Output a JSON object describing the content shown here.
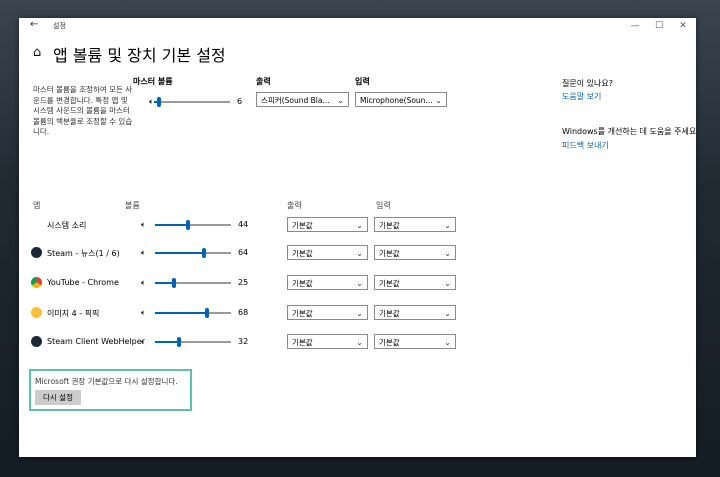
{
  "window": {
    "title": "설정",
    "controls": {
      "minimize": "—",
      "maximize": "☐",
      "close": "✕"
    }
  },
  "page": {
    "title": "앱 볼륨 및 장치 기본 설정"
  },
  "master": {
    "description": "마스터 볼륨을 조정하여 모든 사운드를 변경합니다. 특정 앱 및 시스템 사운드의 볼륨을 마스터 볼륨의 백분율로 조정할 수 있습니다.",
    "label": "마스터 볼륨",
    "value": "6",
    "level": 6
  },
  "output": {
    "label": "출력",
    "selected": "스피커(Sound Bla..."
  },
  "input": {
    "label": "입력",
    "selected": "Microphone(Soun..."
  },
  "help": {
    "question_heading": "질문이 있나요?",
    "question_link": "도움말 보기",
    "improve_heading": "Windows를 개선하는 데 도움을 주세요.",
    "improve_link": "피드백 보내기"
  },
  "apps": {
    "col_app": "앱",
    "col_volume": "볼륨",
    "col_output": "출력",
    "col_input": "입력",
    "default_label": "기본값",
    "rows": [
      {
        "name": "시스템 소리",
        "value": "44",
        "level": 44,
        "icon": "none"
      },
      {
        "name": "Steam - 뉴스(1 / 6)",
        "value": "64",
        "level": 64,
        "icon": "steam-icon"
      },
      {
        "name": "YouTube - Chrome",
        "value": "25",
        "level": 25,
        "icon": "chrome-icon"
      },
      {
        "name": "이미지 4 - 픽픽",
        "value": "68",
        "level": 68,
        "icon": "picpick-icon"
      },
      {
        "name": "Steam Client WebHelper",
        "value": "32",
        "level": 32,
        "icon": "steam-icon"
      }
    ]
  },
  "reset": {
    "text": "Microsoft 권장 기본값으로 다시 설정합니다.",
    "button": "다시 설정"
  },
  "colors": {
    "accent": "#0063b1",
    "highlight_border": "#5fc0b0"
  }
}
